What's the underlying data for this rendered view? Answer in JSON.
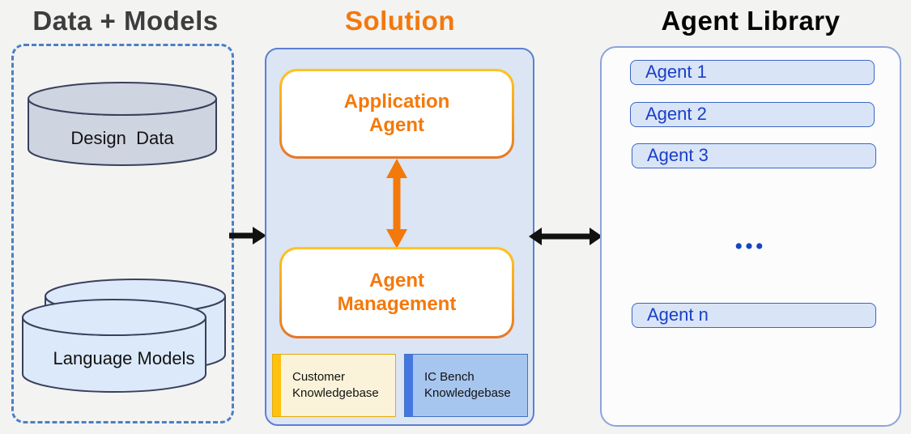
{
  "titles": {
    "data_models": "Data + Models",
    "solution": "Solution",
    "agent_library": "Agent Library"
  },
  "data_models": {
    "design_data_label": "Design  Data",
    "language_models_label": "Language Models"
  },
  "solution": {
    "application_agent_label": "Application\nAgent",
    "agent_management_label": "Agent\nManagement",
    "customer_kb_label": "Customer\nKnowledgebase",
    "ic_bench_kb_label": "IC Bench\nKnowledgebase"
  },
  "agent_library": {
    "items": [
      {
        "label": "Agent 1"
      },
      {
        "label": "Agent 2"
      },
      {
        "label": "Agent 3"
      }
    ],
    "ellipsis": "•••",
    "item_n": {
      "label": "Agent n"
    }
  },
  "icons": {
    "flow_left_to_solution": "right-arrow-icon",
    "solution_to_library": "double-horizontal-arrow-icon",
    "agent_boxes_link": "double-vertical-arrow-icon"
  },
  "colors": {
    "page_background": "#f3f3f2",
    "title_gray": "#3d3d3d",
    "accent_orange": "#f4790b",
    "gold": "#ffc010",
    "solution_panel_bg": "#dbe5f3",
    "solution_panel_border": "#5b7fd4",
    "dashed_border_blue": "#4a80c4",
    "cylinder_gray_fill": "#ced4e0",
    "cylinder_blue_fill": "#dbe9fa",
    "cylinder_stroke": "#39405c",
    "agent_item_bg": "#d9e5f7",
    "agent_item_border": "#3b66c4",
    "agent_text_blue": "#1a3fc8",
    "kb_customer_bg": "#faf3d9",
    "kb_icbench_bg": "#a7c6ef",
    "kb_icbench_bar": "#4577e0",
    "library_panel_border": "#8fa3dc",
    "arrow_black": "#111111"
  }
}
